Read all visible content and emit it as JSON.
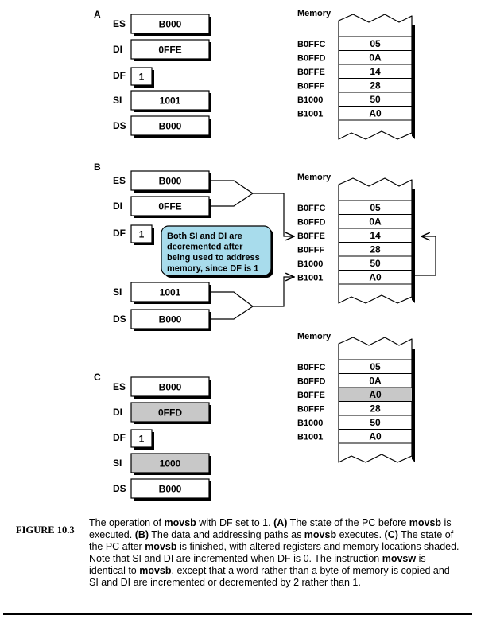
{
  "panels": {
    "a": {
      "letter": "A",
      "registers": [
        {
          "name": "ES",
          "value": "B000",
          "shaded": false
        },
        {
          "name": "DI",
          "value": "0FFE",
          "shaded": false
        },
        {
          "name": "DF",
          "value": "1",
          "shaded": false
        },
        {
          "name": "SI",
          "value": "1001",
          "shaded": false
        },
        {
          "name": "DS",
          "value": "B000",
          "shaded": false
        }
      ],
      "memory_title": "Memory",
      "memory": [
        {
          "address": "B0FFC",
          "value": "05",
          "shaded": false
        },
        {
          "address": "B0FFD",
          "value": "0A",
          "shaded": false
        },
        {
          "address": "B0FFE",
          "value": "14",
          "shaded": false
        },
        {
          "address": "B0FFF",
          "value": "28",
          "shaded": false
        },
        {
          "address": "B1000",
          "value": "50",
          "shaded": false
        },
        {
          "address": "B1001",
          "value": "A0",
          "shaded": false
        }
      ]
    },
    "b": {
      "letter": "B",
      "registers": [
        {
          "name": "ES",
          "value": "B000",
          "shaded": false
        },
        {
          "name": "DI",
          "value": "0FFE",
          "shaded": false
        },
        {
          "name": "DF",
          "value": "1",
          "shaded": false
        },
        {
          "name": "SI",
          "value": "1001",
          "shaded": false
        },
        {
          "name": "DS",
          "value": "B000",
          "shaded": false
        }
      ],
      "memory_title": "Memory",
      "memory": [
        {
          "address": "B0FFC",
          "value": "05",
          "shaded": false
        },
        {
          "address": "B0FFD",
          "value": "0A",
          "shaded": false
        },
        {
          "address": "B0FFE",
          "value": "14",
          "shaded": false
        },
        {
          "address": "B0FFF",
          "value": "28",
          "shaded": false
        },
        {
          "address": "B1000",
          "value": "50",
          "shaded": false
        },
        {
          "address": "B1001",
          "value": "A0",
          "shaded": false
        }
      ],
      "callout": [
        "Both SI and DI are",
        "decremented after",
        "being used to address",
        "memory, since DF is 1"
      ],
      "callout_color": "#a8dcec"
    },
    "c": {
      "letter": "C",
      "registers": [
        {
          "name": "ES",
          "value": "B000",
          "shaded": false
        },
        {
          "name": "DI",
          "value": "0FFD",
          "shaded": true
        },
        {
          "name": "DF",
          "value": "1",
          "shaded": false
        },
        {
          "name": "SI",
          "value": "1000",
          "shaded": true
        },
        {
          "name": "DS",
          "value": "B000",
          "shaded": false
        }
      ],
      "memory_title": "Memory",
      "memory": [
        {
          "address": "B0FFC",
          "value": "05",
          "shaded": false
        },
        {
          "address": "B0FFD",
          "value": "0A",
          "shaded": false
        },
        {
          "address": "B0FFE",
          "value": "A0",
          "shaded": true
        },
        {
          "address": "B0FFF",
          "value": "28",
          "shaded": false
        },
        {
          "address": "B1000",
          "value": "50",
          "shaded": false
        },
        {
          "address": "B1001",
          "value": "A0",
          "shaded": false
        }
      ]
    }
  },
  "colors": {
    "shade": "#c8c8c8",
    "callout": "#a8dcec"
  },
  "caption": {
    "label": "FIGURE 10.3",
    "segments": [
      {
        "t": "The operation of ",
        "b": false
      },
      {
        "t": "movsb",
        "b": true
      },
      {
        "t": " with DF set to 1. ",
        "b": false
      },
      {
        "t": "(A)",
        "b": true
      },
      {
        "t": " The state of the PC before ",
        "b": false
      },
      {
        "t": "movsb",
        "b": true
      },
      {
        "t": " is executed. ",
        "b": false
      },
      {
        "t": "(B)",
        "b": true
      },
      {
        "t": " The data and addressing paths as ",
        "b": false
      },
      {
        "t": "movsb",
        "b": true
      },
      {
        "t": " executes. ",
        "b": false
      },
      {
        "t": "(C)",
        "b": true
      },
      {
        "t": " The state of the PC after ",
        "b": false
      },
      {
        "t": "movsb",
        "b": true
      },
      {
        "t": " is finished, with altered registers and memory locations shaded. Note that SI and DI are incremented when DF is 0. The instruction ",
        "b": false
      },
      {
        "t": "movsw",
        "b": true
      },
      {
        "t": " is identical to ",
        "b": false
      },
      {
        "t": "movsb",
        "b": true
      },
      {
        "t": ", except that a word rather than a byte of memory is copied and SI and DI are incremented or decremented by 2 rather than 1.",
        "b": false
      }
    ]
  }
}
